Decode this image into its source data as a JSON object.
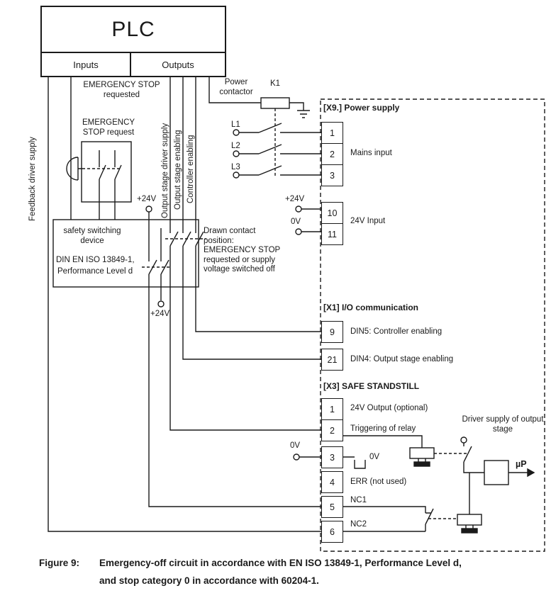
{
  "plc": {
    "title": "PLC",
    "inputs_label": "Inputs",
    "outputs_label": "Outputs"
  },
  "signals": {
    "feedback_driver_supply": "Feedback driver supply",
    "emergency_stop_requested": "EMERGENCY STOP requested",
    "emergency_stop_request": "EMERGENCY STOP request",
    "output_stage_driver_supply": "Output stage driver supply",
    "output_stage_enabling": "Output stage enabling",
    "controller_enabling": "Controller enabling"
  },
  "power": {
    "contactor_label": "Power contactor",
    "contactor_name": "K1",
    "phases": [
      "L1",
      "L2",
      "L3"
    ],
    "v24_supply": "+24V",
    "v0_supply": "0V",
    "v24_safety_top": "+24V",
    "v24_safety_bottom": "+24V"
  },
  "safety_device": {
    "name": "safety switching device",
    "standard": "DIN EN ISO 13849-1,",
    "level": "Performance Level d"
  },
  "note": "Drawn contact position: EMERGENCY STOP requested or supply voltage switched off",
  "x9": {
    "header": "[X9.] Power supply",
    "t1": "1",
    "t2": "2",
    "t3": "3",
    "t10": "10",
    "t11": "11",
    "mains_input": "Mains input",
    "v24_input": "24V Input"
  },
  "x1": {
    "header": "[X1] I/O communication",
    "t9": "9",
    "t21": "21",
    "din5": "DIN5: Controller enabling",
    "din4": "DIN4: Output stage enabling"
  },
  "x3": {
    "header": "[X3] SAFE STANDSTILL",
    "t1": "1",
    "t2": "2",
    "t3": "3",
    "t4": "4",
    "t5": "5",
    "t6": "6",
    "l1": "24V Output (optional)",
    "l2": "Triggering of relay",
    "l4": "ERR (not used)",
    "l5": "NC1",
    "l6": "NC2",
    "v0_external": "0V",
    "v0_internal": "0V"
  },
  "drive": {
    "driver_supply": "Driver supply of output stage",
    "microprocessor": "µP"
  },
  "caption": {
    "figure": "Figure 9:",
    "line1": "Emergency-off circuit in accordance with EN ISO 13849-1, Performance Level d,",
    "line2": "and stop category 0 in accordance with 60204-1."
  }
}
